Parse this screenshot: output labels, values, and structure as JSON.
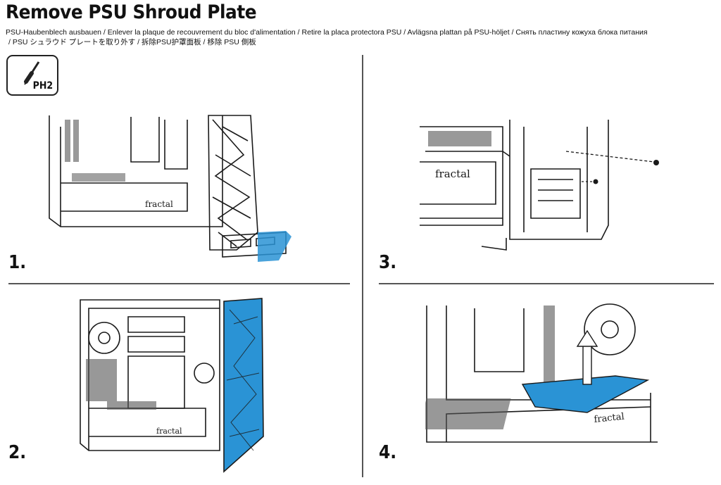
{
  "header": {
    "title": "Remove PSU Shroud Plate",
    "subtitle_line1": "PSU-Haubenblech ausbauen / Enlever la plaque de recouvrement du bloc d'alimentation / Retire la placa protectora PSU / Avlägsna plattan på PSU-höljet / Снять пластину кожуха блока питания",
    "subtitle_line2": "/ PSU シュラウド プレートを取り外す / 拆除PSU护罩面板 / 移除 PSU 側板"
  },
  "tool": {
    "icon": "screwdriver-icon",
    "label": "PH2"
  },
  "steps": [
    {
      "label": "1."
    },
    {
      "label": "2."
    },
    {
      "label": "3."
    },
    {
      "label": "4."
    }
  ],
  "illustration": {
    "brand_text": "fractal",
    "accent_color": "#2a93d5",
    "line_color": "#1a1a1a"
  }
}
